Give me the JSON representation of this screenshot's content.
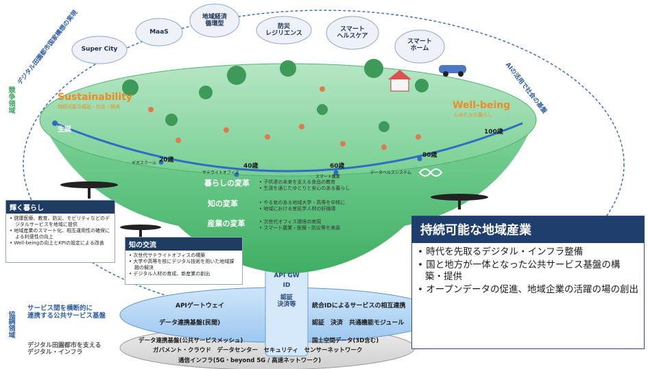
{
  "side_labels": {
    "competition": "競争領域",
    "cooperation": "協調領域"
  },
  "diagonals": {
    "left": "デジタル田園都市国家構想の実現",
    "right": "AIの活用で社会の基盤"
  },
  "clouds": [
    "Super City",
    "MaaS",
    "地域経済\n循環型",
    "防災\nレジリエンス",
    "スマート\nヘルスケア",
    "スマート\nホーム"
  ],
  "bowl": {
    "sustainability": "Sustainability",
    "sustainability_sub": "持続可能な福祉・社会・経済",
    "wellbeing": "Well-being",
    "wellbeing_sub": "心ゆたかな暮らし",
    "birth": "生誕",
    "ages": [
      "20歳",
      "40歳",
      "60歳",
      "80歳",
      "100歳"
    ],
    "small_labels": [
      "ギガスクール",
      "サテライトオフィス",
      "スマート農業",
      "データヘルスシステム"
    ]
  },
  "reforms": [
    {
      "title": "暮らしの変革",
      "items": [
        "子供達の未来を支える食品の教育",
        "生涯を通じたゆとりと安心のある暮らし"
      ]
    },
    {
      "title": "知の変革",
      "items": [
        "やる気のある地域大学・高専を中核に",
        "地域における官民学人材の好循環"
      ]
    },
    {
      "title": "産業の変革",
      "items": [
        "次世代オフィス環境の実現",
        "スマート農業・医療・防災等を実装"
      ]
    }
  ],
  "box_life": {
    "title": "輝く暮らし",
    "items": [
      "健康医療、教育、防災、モビリティなどのデジタルサービスを地域に提供",
      "地域産業のスマート化、相互運用性の確保による利便性の向上",
      "Well-beingの向上とKPIの設定による改善"
    ]
  },
  "box_knowledge": {
    "title": "知の交流",
    "items": [
      "次世代サテライトオフィスの構築",
      "大学や高等を核にデジタル技術を用いた地域課題の解決",
      "デジタル人材の育成、新産業の創出"
    ]
  },
  "callout": {
    "title": "持続可能な地域産業",
    "items": [
      "時代を先取るデジタル・インフラ整備",
      "国と地方が一体となった公共サービス基盤の構築・提供",
      "オープンデータの促進、地域企業の活躍の場の創出"
    ]
  },
  "pillar": {
    "api_gw": "API GW",
    "id": "ID",
    "auth": "認証\n決済等"
  },
  "platform_upper": {
    "api": "APIゲートウェイ",
    "link": "データ連携基盤(民間)",
    "unified_id": "統合IDによるサービスの相互連携",
    "auth_row": "認証　決済　共通機能モジュール"
  },
  "platform_lower": {
    "mesh": "データ連携基盤(公共サービスメッシュ)",
    "geo": "国土空間データ(3D含む)",
    "cloud_row": "ガバメント・クラウド　データセンター　セキュリティ　センサーネットワーク",
    "network": "通信インフラ(5G・beyond 5G / 高速ネットワーク)"
  },
  "left_labels": {
    "service": "サービス間を横断的に\n連携する公共サービス基盤",
    "infra": "デジタル田園都市を支える\nデジタル・インフラ"
  },
  "colors": {
    "navy": "#1f3e6e",
    "green": "#5cc27a",
    "blue_line": "#2f6cc3",
    "orange": "#f08a24"
  }
}
